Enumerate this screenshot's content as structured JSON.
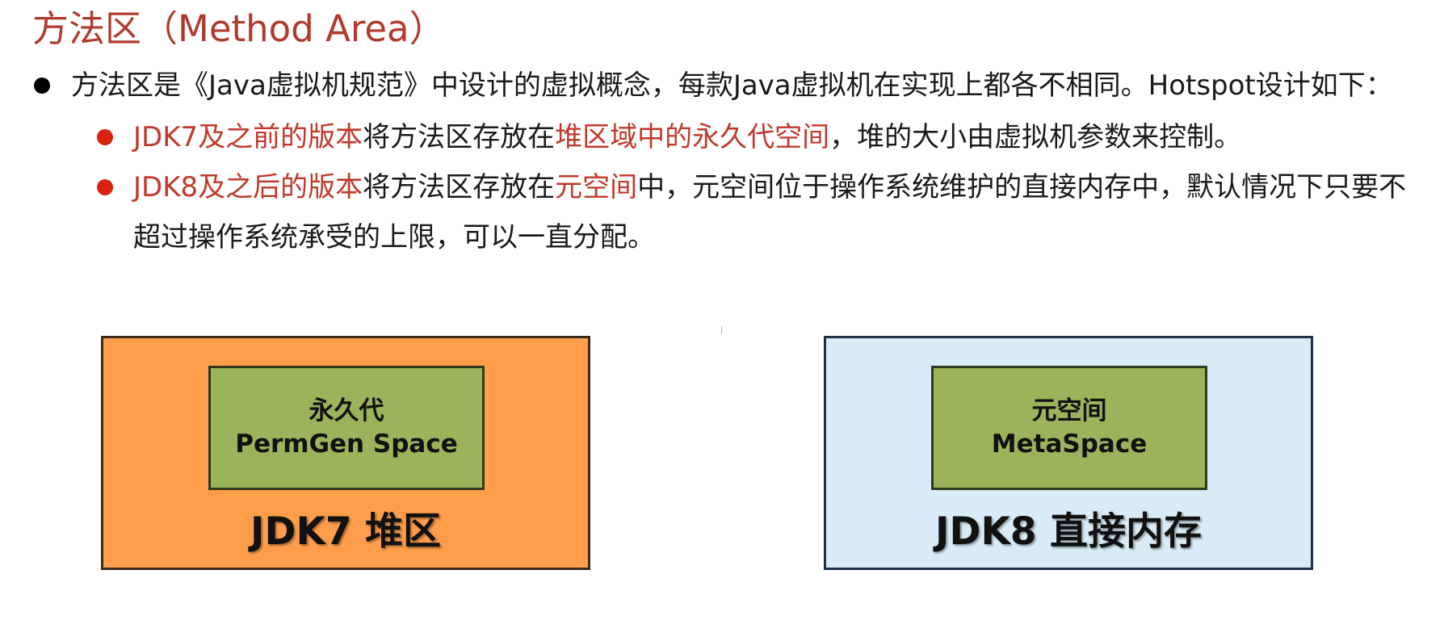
{
  "title": "方法区（Method Area）",
  "intro": "方法区是《Java虚拟机规范》中设计的虚拟概念，每款Java虚拟机在实现上都各不相同。Hotspot设计如下：",
  "point1": {
    "part1_red": "JDK7及之前的版本",
    "part2": "将方法区存放在",
    "part3_red": "堆区域中的永久代空间",
    "part4": "，堆的大小由虚拟机参数来控制。"
  },
  "point2": {
    "part1_red": "JDK8及之后的版本",
    "part2": "将方法区存放在",
    "part3_red": "元空间",
    "part4": "中，元空间位于操作系统维护的直接内存中，默认情况下只要不",
    "line2": "超过操作系统承受的上限，可以一直分配。"
  },
  "diagram": {
    "jdk7": {
      "inner_line1": "永久代",
      "inner_line2": "PermGen Space",
      "label": "JDK7 堆区"
    },
    "jdk8": {
      "inner_line1": "元空间",
      "inner_line2": "MetaSpace",
      "label": "JDK8 直接内存"
    }
  },
  "colors": {
    "title": "#b03a2e",
    "highlight": "#c0392b",
    "jdk7_outer": "#ff9d4a",
    "jdk8_outer": "#d9ebf6",
    "inner": "#9bb35a"
  }
}
